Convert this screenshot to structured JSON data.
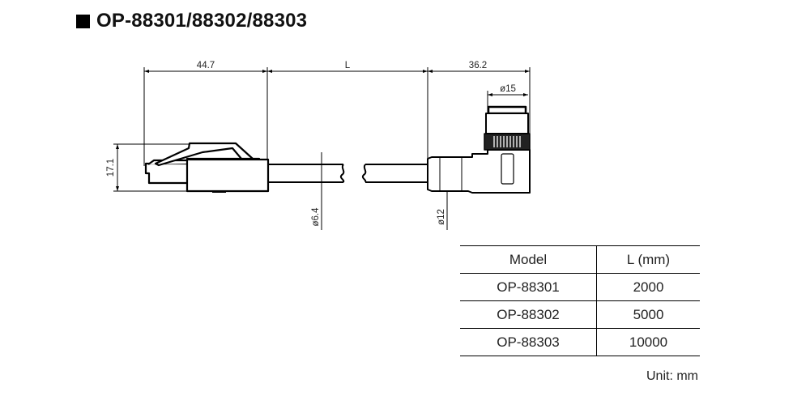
{
  "title": "OP-88301/88302/88303",
  "dimensions": {
    "plug_length": "44.7",
    "cable_length": "L",
    "connector_length": "36.2",
    "connector_diameter": "ø15",
    "plug_height": "17.1",
    "cable_diameter": "ø6.4",
    "sleeve_diameter": "ø12"
  },
  "table": {
    "headers": [
      "Model",
      "L (mm)"
    ],
    "rows": [
      {
        "model": "OP-88301",
        "length": "2000"
      },
      {
        "model": "OP-88302",
        "length": "5000"
      },
      {
        "model": "OP-88303",
        "length": "10000"
      }
    ]
  },
  "unit_note": "Unit: mm"
}
